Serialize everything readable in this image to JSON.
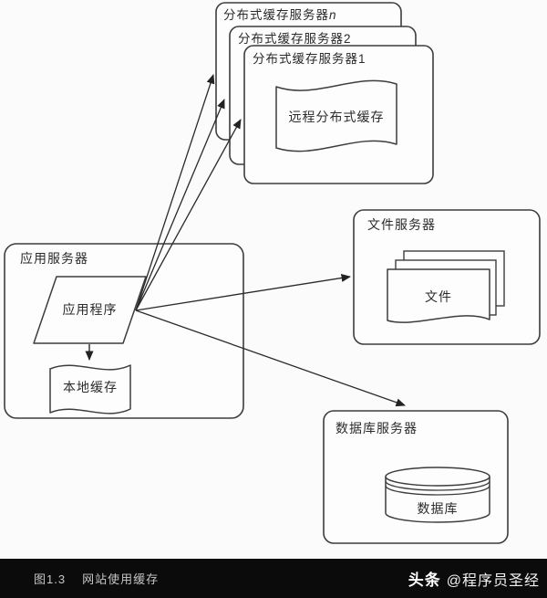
{
  "diagram": {
    "cache_stack": {
      "box_n_prefix": "分布式缓存服务器",
      "box_n_suffix": "n",
      "box_2_label": "分布式缓存服务器2",
      "box_1_label": "分布式缓存服务器1",
      "remote_cache_label": "远程分布式缓存"
    },
    "app_server": {
      "title": "应用服务器",
      "application_label": "应用程序",
      "local_cache_label": "本地缓存"
    },
    "file_server": {
      "title": "文件服务器",
      "files_label": "文件"
    },
    "db_server": {
      "title": "数据库服务器",
      "database_label": "数据库"
    }
  },
  "caption": {
    "figure_label": "图1.3",
    "figure_title": "网站使用缓存"
  },
  "watermark": {
    "brand": "头条",
    "handle": "@程序员圣经"
  },
  "colors": {
    "shape_stroke": "#3d3d3d",
    "shape_fill": "#fdfdfd",
    "arrow": "#2a2a2a",
    "stage_bg": "#fbfbfb",
    "caption_bar_bg": "#0b0b0b",
    "caption_text": "#c6c6c6",
    "watermark_text": "#ffffff"
  }
}
